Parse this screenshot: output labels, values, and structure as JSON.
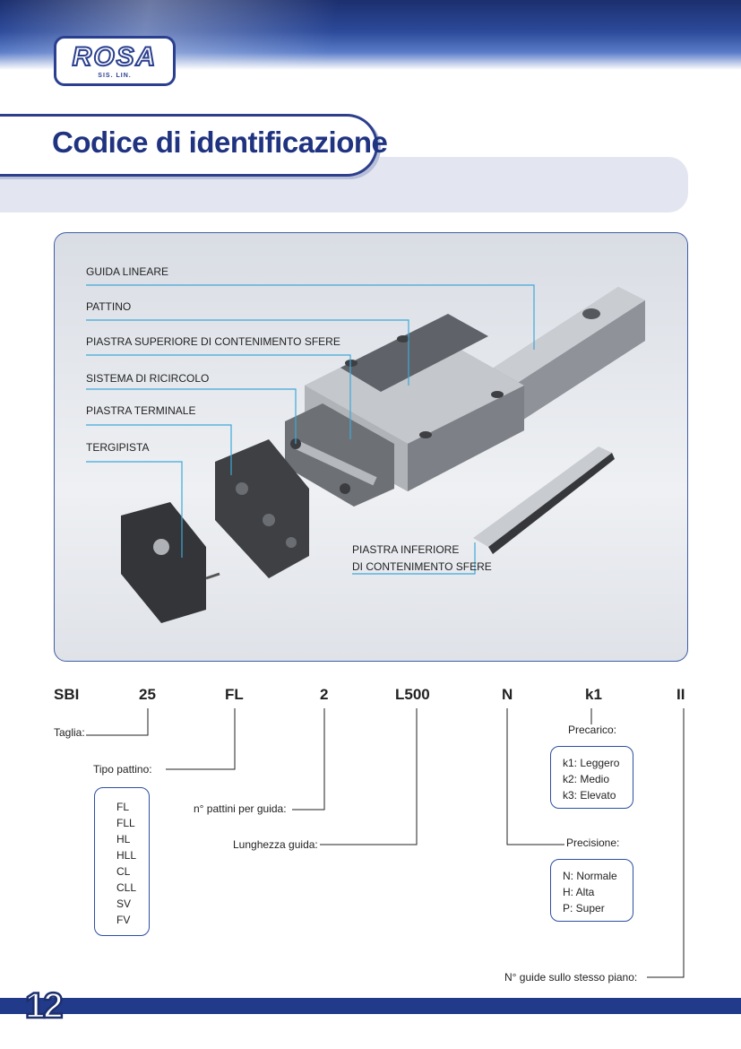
{
  "header": {
    "logo_text": "ROSA",
    "logo_sub": "SIS. LIN.",
    "title": "Codice di identificazione"
  },
  "diagram": {
    "callouts": [
      "GUIDA LINEARE",
      "PATTINO",
      "PIASTRA SUPERIORE DI CONTENIMENTO SFERE",
      "SISTEMA DI RICIRCOLO",
      "PIASTRA TERMINALE",
      "TERGIPISTA"
    ],
    "bottom_callout_line1": "PIASTRA INFERIORE",
    "bottom_callout_line2": "DI CONTENIMENTO SFERE"
  },
  "code": {
    "segments": [
      "SBI",
      "25",
      "FL",
      "2",
      "L500",
      "N",
      "k1",
      "II"
    ],
    "taglia": "Taglia:",
    "tipo_pattino": "Tipo pattino:",
    "tipo_options": [
      "FL",
      "FLL",
      "HL",
      "HLL",
      "CL",
      "CLL",
      "SV",
      "FV"
    ],
    "n_pattini": "n° pattini per guida:",
    "lunghezza": "Lunghezza guida:",
    "precarico": "Precarico:",
    "precarico_options": [
      "k1: Leggero",
      "k2: Medio",
      "k3: Elevato"
    ],
    "precisione": "Precisione:",
    "precisione_options": [
      "N: Normale",
      "H: Alta",
      "P: Super"
    ],
    "n_guide": "N° guide sullo stesso piano:"
  },
  "footer": {
    "page_number": "12"
  },
  "colors": {
    "brand_blue": "#223a8a",
    "accent_cyan": "#3fa9d8"
  }
}
